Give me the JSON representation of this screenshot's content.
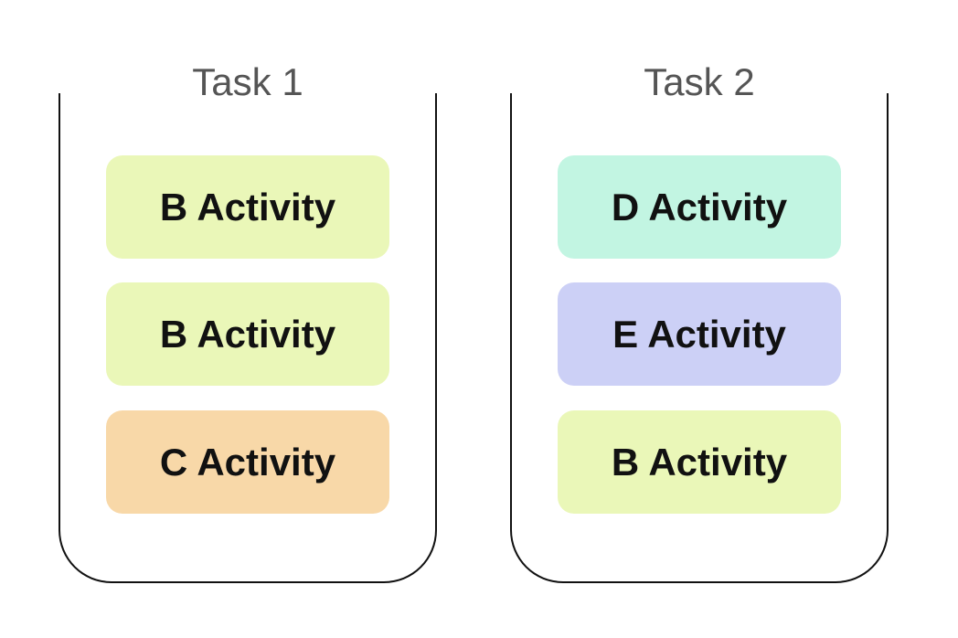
{
  "tasks": [
    {
      "title": "Task 1",
      "activities": [
        {
          "label": "B Activity",
          "color": "#EAF7B8"
        },
        {
          "label": "B Activity",
          "color": "#EAF7B8"
        },
        {
          "label": "C Activity",
          "color": "#F8D8A8"
        }
      ]
    },
    {
      "title": "Task 2",
      "activities": [
        {
          "label": "D Activity",
          "color": "#C2F5E2"
        },
        {
          "label": "E Activity",
          "color": "#CCD0F6"
        },
        {
          "label": "B Activity",
          "color": "#EAF7B8"
        }
      ]
    }
  ]
}
